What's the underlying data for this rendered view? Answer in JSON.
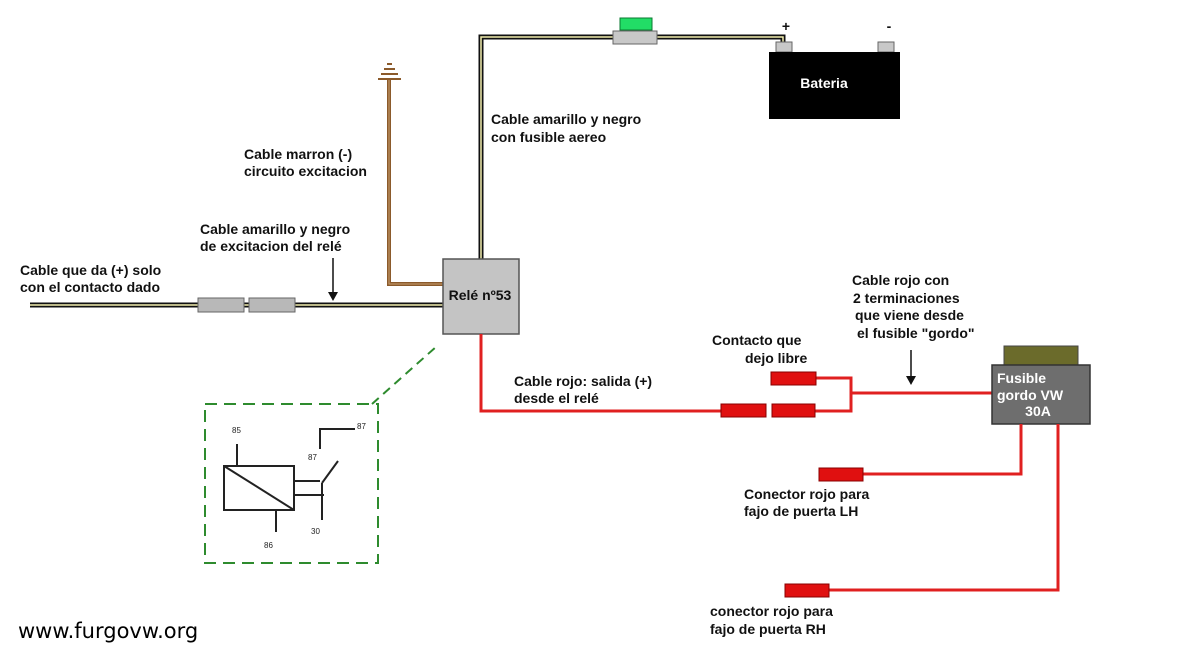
{
  "colors": {
    "background": "#ffffff",
    "red_wire": "#e02020",
    "brown_wire": "#8b5a2b",
    "battery": "#000000",
    "relay_fill": "#c4c4c4",
    "fuse_fill": "#6e6e6e",
    "fuse_top": "#6b6b2b",
    "inline_fuse_cap": "#22dd66",
    "dashed_green": "#2e8b2e",
    "red_connector": "#e01010"
  },
  "labels": {
    "cable_plus_line1": "Cable que da (+) solo",
    "cable_plus_line2": "con el contacto dado",
    "cable_yb_exc_line1": "Cable amarillo y negro",
    "cable_yb_exc_line2": "de excitacion del relé",
    "cable_brown_line1": "Cable marron (-)",
    "cable_brown_line2": "circuito excitacion",
    "cable_yb_fuse_line1": "Cable amarillo y negro",
    "cable_yb_fuse_line2": "con fusible aereo",
    "relay": "Relé nº53",
    "battery": "Bateria",
    "battery_plus": "+",
    "battery_minus": "-",
    "red_out_line1": "Cable rojo: salida (+)",
    "red_out_line2": "desde el relé",
    "contact_free_line1": "Contacto que",
    "contact_free_line2": "dejo libre",
    "red_two_line1": "Cable rojo con",
    "red_two_line2": "2 terminaciones",
    "red_two_line3": "que viene desde",
    "red_two_line4": "el fusible \"gordo\"",
    "fuse_line1": "Fusible",
    "fuse_line2": "gordo  VW",
    "fuse_line3": "30A",
    "lh_line1": "Conector rojo para",
    "lh_line2": "fajo de puerta LH",
    "rh_line1": "conector rojo para",
    "rh_line2": "fajo de puerta RH",
    "pin_85": "85",
    "pin_87_top": "87",
    "pin_87": "87",
    "pin_86": "86",
    "pin_30": "30",
    "watermark": "www.furgovw.org"
  }
}
